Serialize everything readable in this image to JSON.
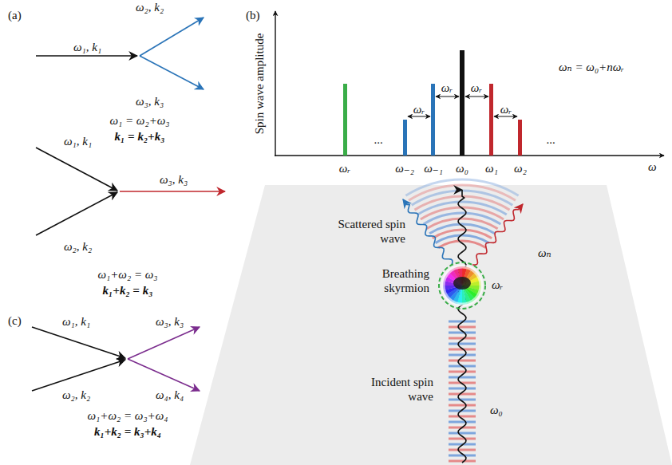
{
  "diagram": {
    "labels": [
      "(a)",
      "ω₁, k₁",
      "ω₂, k₂",
      "ω₃, k₃",
      "ω₁ = ω₂+ω₃",
      "k₁ = k₂+k₃",
      "ω₁, k₁",
      "ω₂, k₂",
      "ω₃, k₃",
      "ω₁+ω₂ = ω₃",
      "k₁+k₂ = k₃",
      "(c)",
      "ω₁, k₁",
      "ω₃, k₃",
      "ω₂, k₂",
      "ω₄, k₄",
      "ω₁+ω₂ = ω₃+ω₄",
      "k₁+k₂ = k₃+k₄",
      "(b)",
      "Spin wave amplitude",
      "ωₙ = ω₀+nωᵣ",
      "ω",
      "ωᵣ",
      "ω₋₂",
      "ω₋₁",
      "ω₀",
      "ω₁",
      "ω₂",
      "...",
      "...",
      "ωᵣ",
      "ωᵣ",
      "ωᵣ",
      "ωᵣ",
      "Scattered spin wave",
      "ωₙ",
      "Breathing skyrmion",
      "ωᵣ",
      "Incident spin wave",
      "ω₀"
    ]
  }
}
